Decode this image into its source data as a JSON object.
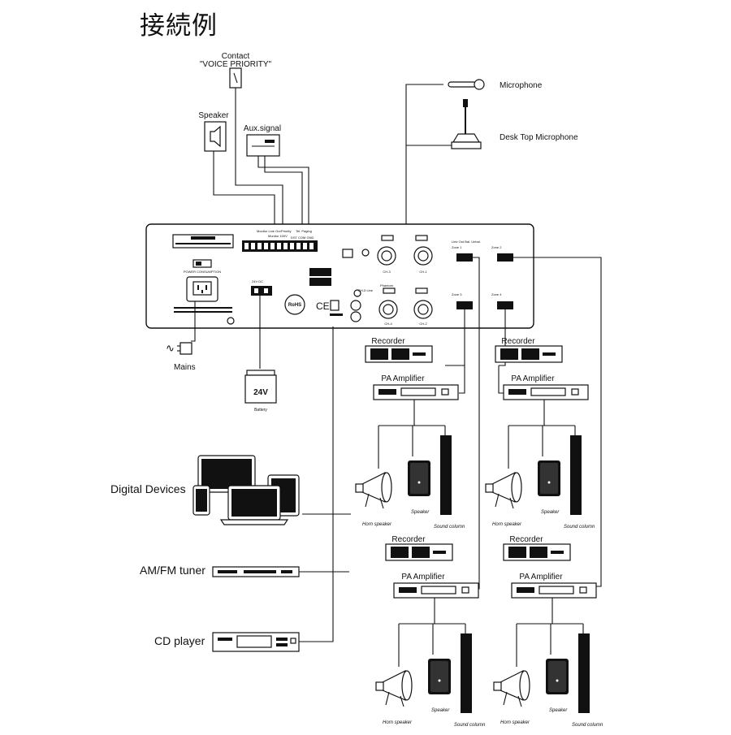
{
  "title": "接続例",
  "inputs": {
    "contact": {
      "line1": "Contact",
      "line2": "\"VOICE PRIORITY\""
    },
    "speaker": "Speaker",
    "aux_signal": "Aux.signal",
    "microphone": "Microphone",
    "desk_microphone": "Desk Top Microphone"
  },
  "panel": {
    "terminal_labels": [
      "Monitor Line Out",
      "Monitor 100V",
      "Priority",
      "Tel. Paging"
    ],
    "terminal_sub": "DST COM GND",
    "ch_labels": [
      "CH-3",
      "CH-1",
      "CH-4",
      "CH-2"
    ],
    "phantom": "Phantom",
    "zone_header": "Line Out Bal. Unbal.",
    "zone_labels": [
      "Zone 1",
      "Zone 2",
      "Zone 3",
      "Zone 4"
    ],
    "ch5_line": "CH-5 Line",
    "rohs": "RoHS",
    "ce": "CE",
    "dc_label": "24V DC",
    "power_label": "POWER CONSUMPTION"
  },
  "mains": "Mains",
  "battery": {
    "value": "24V",
    "label": "Battery"
  },
  "sources": {
    "digital": "Digital Devices",
    "tuner": "AM/FM tuner",
    "cd": "CD player"
  },
  "zones": [
    {
      "recorder": "Recorder",
      "amplifier": "PA Amplifier",
      "horn": "Horn speaker",
      "speaker": "Speaker",
      "column": "Sound column"
    },
    {
      "recorder": "Recorder",
      "amplifier": "PA Amplifier",
      "horn": "Horn speaker",
      "speaker": "Speaker",
      "column": "Sound column"
    },
    {
      "recorder": "Recorder",
      "amplifier": "PA Amplifier",
      "horn": "Horn speaker",
      "speaker": "Speaker",
      "column": "Sound column"
    },
    {
      "recorder": "Recorder",
      "amplifier": "PA Amplifier",
      "horn": "Horn speaker",
      "speaker": "Speaker",
      "column": "Sound column"
    }
  ]
}
